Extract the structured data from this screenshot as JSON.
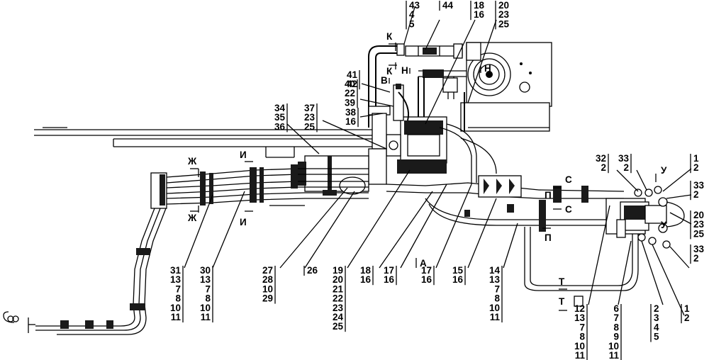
{
  "callouts": [
    {
      "id": "c-43",
      "nums": [
        "43",
        "4",
        "5"
      ]
    },
    {
      "id": "c-44",
      "nums": [
        "44"
      ]
    },
    {
      "id": "c-18-top",
      "nums": [
        "18",
        "16"
      ]
    },
    {
      "id": "c-20-top",
      "nums": [
        "20",
        "23",
        "25"
      ]
    },
    {
      "id": "c-41",
      "nums": [
        "41",
        "42"
      ]
    },
    {
      "id": "c-40",
      "nums": [
        "40",
        "22",
        "39"
      ]
    },
    {
      "id": "c-38",
      "nums": [
        "38",
        "16"
      ]
    },
    {
      "id": "c-34",
      "nums": [
        "34",
        "35",
        "36"
      ]
    },
    {
      "id": "c-37",
      "nums": [
        "37",
        "23",
        "25"
      ]
    },
    {
      "id": "c-32",
      "nums": [
        "32",
        "2"
      ]
    },
    {
      "id": "c-33-a",
      "nums": [
        "33",
        "2"
      ]
    },
    {
      "id": "c-1-top",
      "nums": [
        "1",
        "2"
      ]
    },
    {
      "id": "c-33-b",
      "nums": [
        "33",
        "2"
      ]
    },
    {
      "id": "c-20-right",
      "nums": [
        "20",
        "23",
        "25"
      ]
    },
    {
      "id": "c-33-c",
      "nums": [
        "33",
        "2"
      ]
    },
    {
      "id": "c-31",
      "nums": [
        "31",
        "13",
        "7",
        "8",
        "10",
        "11"
      ]
    },
    {
      "id": "c-30",
      "nums": [
        "30",
        "13",
        "7",
        "8",
        "10",
        "11"
      ]
    },
    {
      "id": "c-27",
      "nums": [
        "27",
        "28",
        "10",
        "29"
      ]
    },
    {
      "id": "c-26",
      "nums": [
        "26"
      ]
    },
    {
      "id": "c-19",
      "nums": [
        "19",
        "20",
        "21",
        "22",
        "23",
        "24",
        "25"
      ]
    },
    {
      "id": "c-18-bot",
      "nums": [
        "18",
        "16"
      ]
    },
    {
      "id": "c-17-a",
      "nums": [
        "17",
        "16"
      ]
    },
    {
      "id": "c-17-b",
      "nums": [
        "17",
        "16"
      ]
    },
    {
      "id": "c-15",
      "nums": [
        "15",
        "16"
      ]
    },
    {
      "id": "c-14",
      "nums": [
        "14",
        "13",
        "7",
        "8",
        "10",
        "11"
      ]
    },
    {
      "id": "c-12",
      "nums": [
        "12",
        "13",
        "7",
        "8",
        "10",
        "11"
      ]
    },
    {
      "id": "c-6",
      "nums": [
        "6",
        "7",
        "8",
        "9",
        "10",
        "11"
      ]
    },
    {
      "id": "c-2",
      "nums": [
        "2",
        "3",
        "4",
        "5"
      ]
    },
    {
      "id": "c-1-bot",
      "nums": [
        "1",
        "2"
      ]
    }
  ],
  "section_marks": {
    "K1": "К",
    "K2": "К",
    "N1": "Н",
    "N2": "Н",
    "V": "В",
    "ZH1": "Ж",
    "ZH2": "Ж",
    "I1": "И",
    "I2": "И",
    "S1": "С",
    "S2": "С",
    "P1": "П",
    "P2": "П",
    "U1": "У",
    "U2": "У",
    "T1": "Т",
    "T2": "Т",
    "A": "А"
  }
}
